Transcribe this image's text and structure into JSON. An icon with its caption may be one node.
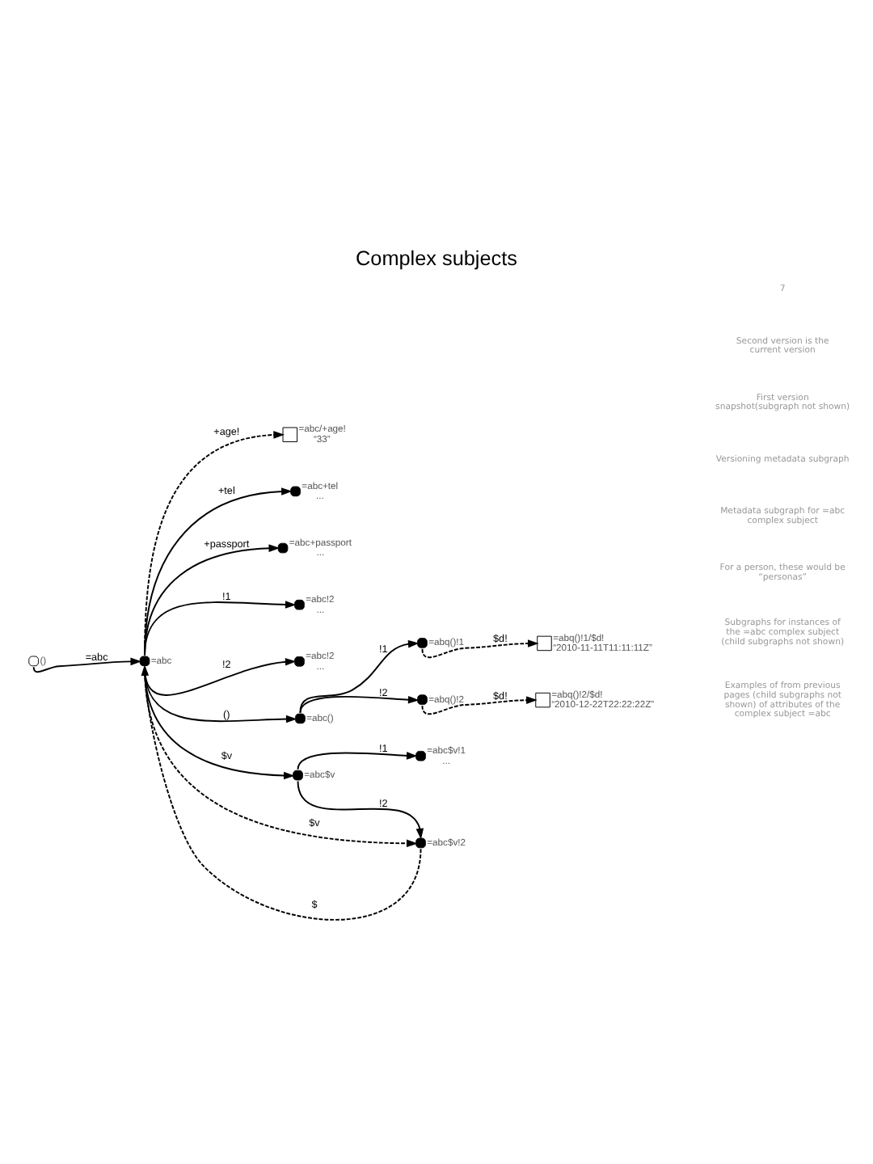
{
  "diagram": {
    "title": "Complex subjects",
    "nodes": [
      {
        "text": [],
        "shape": "circle",
        "beside": [
          "()"
        ]
      },
      {
        "text": [],
        "shape": "circle",
        "beside": [
          "=abc"
        ]
      },
      {
        "text": [],
        "shape": "box",
        "beside": [
          "=abc/+age!",
          "“33”"
        ]
      },
      {
        "text": [],
        "shape": "circle",
        "beside": [
          "=abc+tel",
          "..."
        ]
      },
      {
        "text": [],
        "shape": "circle",
        "beside": [
          "=abc+passport",
          "..."
        ]
      },
      {
        "text": [],
        "shape": "circle",
        "beside": [
          "=abc!2",
          "..."
        ]
      },
      {
        "text": [],
        "shape": "circle",
        "beside": [
          "=abc!2",
          "..."
        ]
      },
      {
        "text": [],
        "shape": "circle",
        "beside": [
          "=abc()"
        ]
      },
      {
        "text": [],
        "shape": "circle",
        "beside": [
          "=abq()!1"
        ]
      },
      {
        "text": [],
        "shape": "box",
        "beside": [
          "=abq()!1/$d!",
          "“2010-11-11T11:11:11Z”"
        ]
      },
      {
        "text": [],
        "shape": "circle",
        "beside": [
          "=abq()!2"
        ]
      },
      {
        "text": [],
        "shape": "box",
        "beside": [
          "=abq()!2/$d!",
          "“2010-12-22T22:22:22Z”"
        ]
      },
      {
        "text": [],
        "shape": "circle",
        "beside": [
          "=abc$v"
        ]
      },
      {
        "text": [],
        "shape": "circle",
        "beside": [
          "=abc$v!1",
          "..."
        ]
      },
      {
        "text": [],
        "shape": "circle",
        "beside": [
          "=abc$v!2"
        ]
      }
    ],
    "edges": [
      {
        "from": 0,
        "to": 1,
        "arrow": "to",
        "label": "=abc"
      },
      {
        "from": 1,
        "to": 2,
        "arrow": "to",
        "label": "+age!",
        "style": "dashed"
      },
      {
        "from": 1,
        "to": 3,
        "arrow": "to",
        "label": "+tel"
      },
      {
        "from": 1,
        "to": 4,
        "arrow": "to",
        "label": "+passport"
      },
      {
        "from": 1,
        "to": 5,
        "arrow": "to",
        "label": "!1"
      },
      {
        "from": 1,
        "to": 6,
        "arrow": "to",
        "label": "!2"
      },
      {
        "from": 1,
        "to": 7,
        "arrow": "to",
        "label": "()"
      },
      {
        "from": 7,
        "to": 8,
        "arrow": "to",
        "label": "!1"
      },
      {
        "from": 8,
        "to": 9,
        "arrow": "to",
        "label": "$d!",
        "style": "dashed"
      },
      {
        "from": 7,
        "to": 10,
        "arrow": "to",
        "label": "!2"
      },
      {
        "from": 10,
        "to": 11,
        "arrow": "to",
        "label": "$d!",
        "style": "dashed"
      },
      {
        "from": 1,
        "to": 12,
        "arrow": "to",
        "label": "$v"
      },
      {
        "from": 12,
        "to": 13,
        "arrow": "to",
        "label": "!1"
      },
      {
        "from": 12,
        "to": 14,
        "arrow": "to",
        "label": "!2"
      },
      {
        "from": 14,
        "to": 1,
        "arrow": "to",
        "label": "$",
        "style": "dashed"
      },
      {
        "from": 1,
        "to": 14,
        "arrow": "to",
        "label": "$v",
        "style": "dashed"
      }
    ],
    "labels": [
      "Examples of from previous pages (child subgraphs not shown) of attributes of the complex subject =abc",
      "Subgraphs for instances of the =abc complex subject (child subgraphs not shown)",
      "For a person, these would be “personas”",
      "Metadata subgraph for =abc complex subject",
      "Versioning metadata subgraph",
      "First version snapshot(subgraph not shown)",
      "Second version is the current version",
      "7"
    ]
  }
}
